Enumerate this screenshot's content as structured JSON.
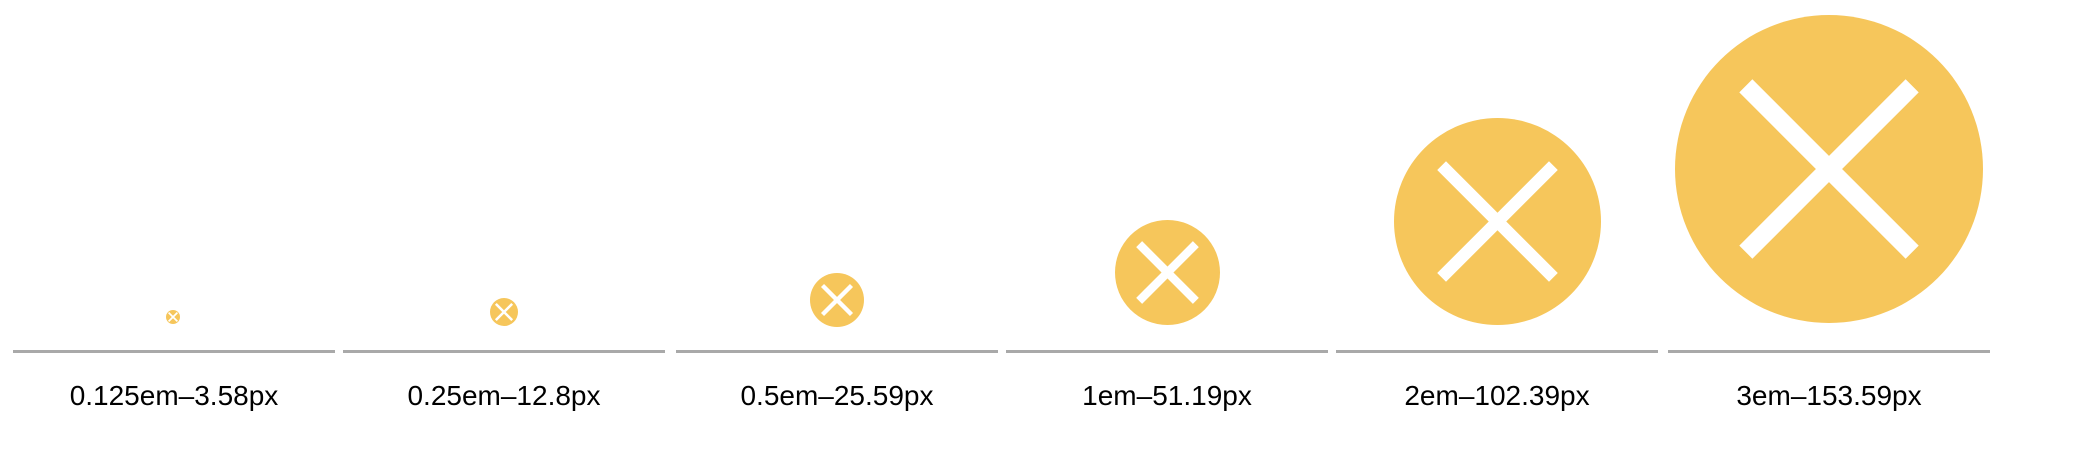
{
  "colors": {
    "icon_fill": "#f6c65b",
    "icon_glyph": "#ffffff",
    "rule": "#a9a9a9",
    "text": "#000000"
  },
  "icons": [
    {
      "name": "close-icon",
      "caption": "0.125em–3.58px"
    },
    {
      "name": "close-icon",
      "caption": "0.25em–12.8px"
    },
    {
      "name": "close-icon",
      "caption": "0.5em–25.59px"
    },
    {
      "name": "close-icon",
      "caption": "1em–51.19px"
    },
    {
      "name": "close-icon",
      "caption": "2em–102.39px"
    },
    {
      "name": "close-icon",
      "caption": "3em–153.59px"
    }
  ]
}
